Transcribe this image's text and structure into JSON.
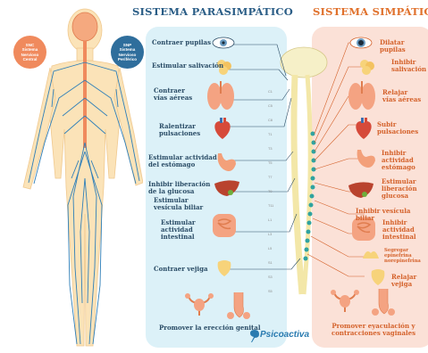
{
  "titles": {
    "parasympathetic": "SISTEMA PARASIMPÁTICO",
    "sympathetic": "SISTEMA SIMPÁTICO"
  },
  "badges": {
    "snc": "SNC\nSistema\nNervioso\nCentral",
    "snp": "SNP\nSistema\nNervioso\nPeriférico"
  },
  "parasympathetic_labels": [
    "Contraer pupilas",
    "Estimular salivación",
    "Contraer\nvías aéreas",
    "Ralentizar\npulsaciones",
    "Estimular actividad\ndel estómago",
    "Inhibir liberación\nde la glucosa",
    "Estimular\nvesícula biliar",
    "Estimular\nactividad\nintestinal",
    "Contraer vejiga",
    "Promover la erección genital"
  ],
  "sympathetic_labels": [
    "Dilatar pupilas",
    "Inhibir\nsalivación",
    "Relajar\nvías aéreas",
    "Subir\npulsaciones",
    "Inhibir\nactividad\nestómago",
    "Estimular\nliberación\nglucosa",
    "Inhibir vesícula biliar",
    "Inhibir\nactividad\nintestinal",
    "Segregar\nepinefrina\nnorepinefrina",
    "Relajar\nvejiga",
    "Promover eyaculación y\ncontracciones vaginales"
  ],
  "logo": "Psicoactiva",
  "colors": {
    "para_title": "#2a5d86",
    "sym_title": "#e0712c",
    "para_panel": "#dcf1f8",
    "sym_panel": "#fbe1d7",
    "nerve": "#2f7fb8",
    "skin": "#fbe3b8",
    "spine": "#f3e7a8"
  }
}
